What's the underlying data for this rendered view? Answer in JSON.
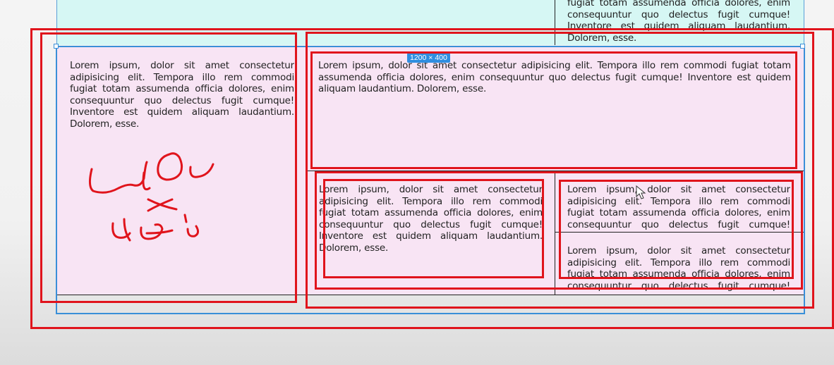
{
  "lorem": "Lorem ipsum, dolor sit amet consectetur adipisicing elit. Tempora illo rem commodi fugiat totam assumenda officia dolores, enim consequuntur quo delectus fugit cumque! Inventore est quidem aliquam laudantium. Dolorem, esse.",
  "top_right_overflow": "fugiat totam assumenda officia dolores, enim consequuntur quo delectus fugit cumque! Inventore est quidem aliquam laudantium. Dolorem, esse.",
  "frame_size_label": "1200 × 400",
  "colors": {
    "pink_cell": "#f8e4f4",
    "cyan_cell": "#d6f7f4",
    "annotation_red": "#e0141c",
    "selection_blue": "#3a8fd8"
  },
  "icons": {
    "cursor": "pointer-cursor-icon",
    "handwriting": "handwritten-scribble-annotation"
  }
}
